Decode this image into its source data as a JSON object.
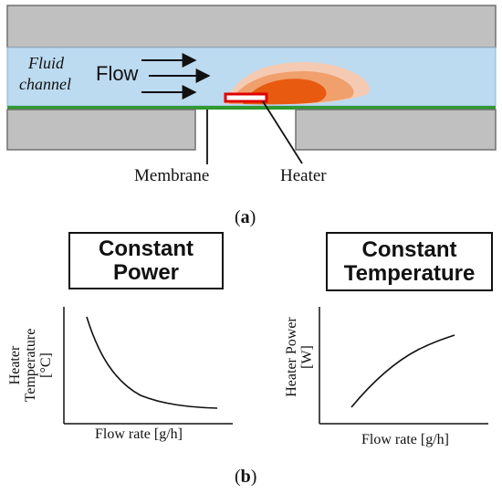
{
  "panel_a": {
    "labels": {
      "fluid_channel_line1": "Fluid",
      "fluid_channel_line2": "channel",
      "flow": "Flow",
      "membrane": "Membrane",
      "heater": "Heater"
    },
    "colors": {
      "wall": "#c0c0c0",
      "fluid": "#bcdaf0",
      "membrane": "#2f9a2f",
      "heater_outline": "#e00000",
      "heat_outer": "#f5cab2",
      "heat_middle": "#f0a06c",
      "heat_inner": "#e75a10"
    },
    "panel_label": {
      "open": "(",
      "letter": "a",
      "close": ")"
    }
  },
  "panel_b": {
    "left": {
      "title_line1": "Constant",
      "title_line2": "Power",
      "y_label_line1": "Heater",
      "y_label_line2": "Temperature",
      "y_label_line3": "[°C]",
      "x_label": "Flow rate [g/h]"
    },
    "right": {
      "title_line1": "Constant",
      "title_line2": "Temperature",
      "y_label_line1": "Heater Power",
      "y_label_line2": "[W]",
      "x_label": "Flow rate [g/h]"
    },
    "panel_label": {
      "open": "(",
      "letter": "b",
      "close": ")"
    }
  }
}
